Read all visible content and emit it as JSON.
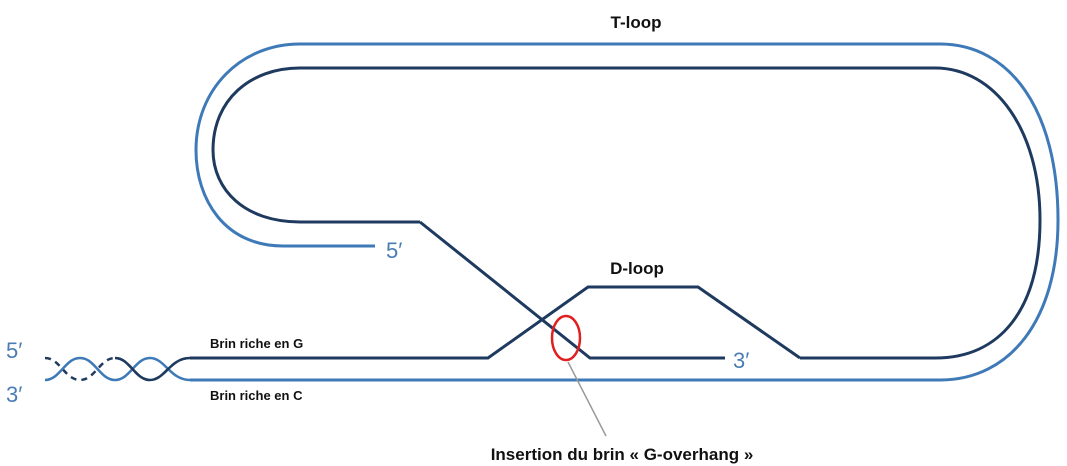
{
  "labels": {
    "t_loop": "T-loop",
    "d_loop": "D-loop",
    "strand_g": "Brin riche en G",
    "strand_c": "Brin riche en C",
    "insertion": "Insertion du brin « G-overhang »",
    "end_5_left": "5′",
    "end_3_left": "3′",
    "end_5_overhang": "5′",
    "end_3_overhang": "3′"
  },
  "colors": {
    "dark_strand": "#1f3a5f",
    "light_strand": "#3f7ab8",
    "end_label": "#4a7db3",
    "highlight": "#e02020",
    "pointer": "#9a9a9a",
    "text": "#111111"
  }
}
